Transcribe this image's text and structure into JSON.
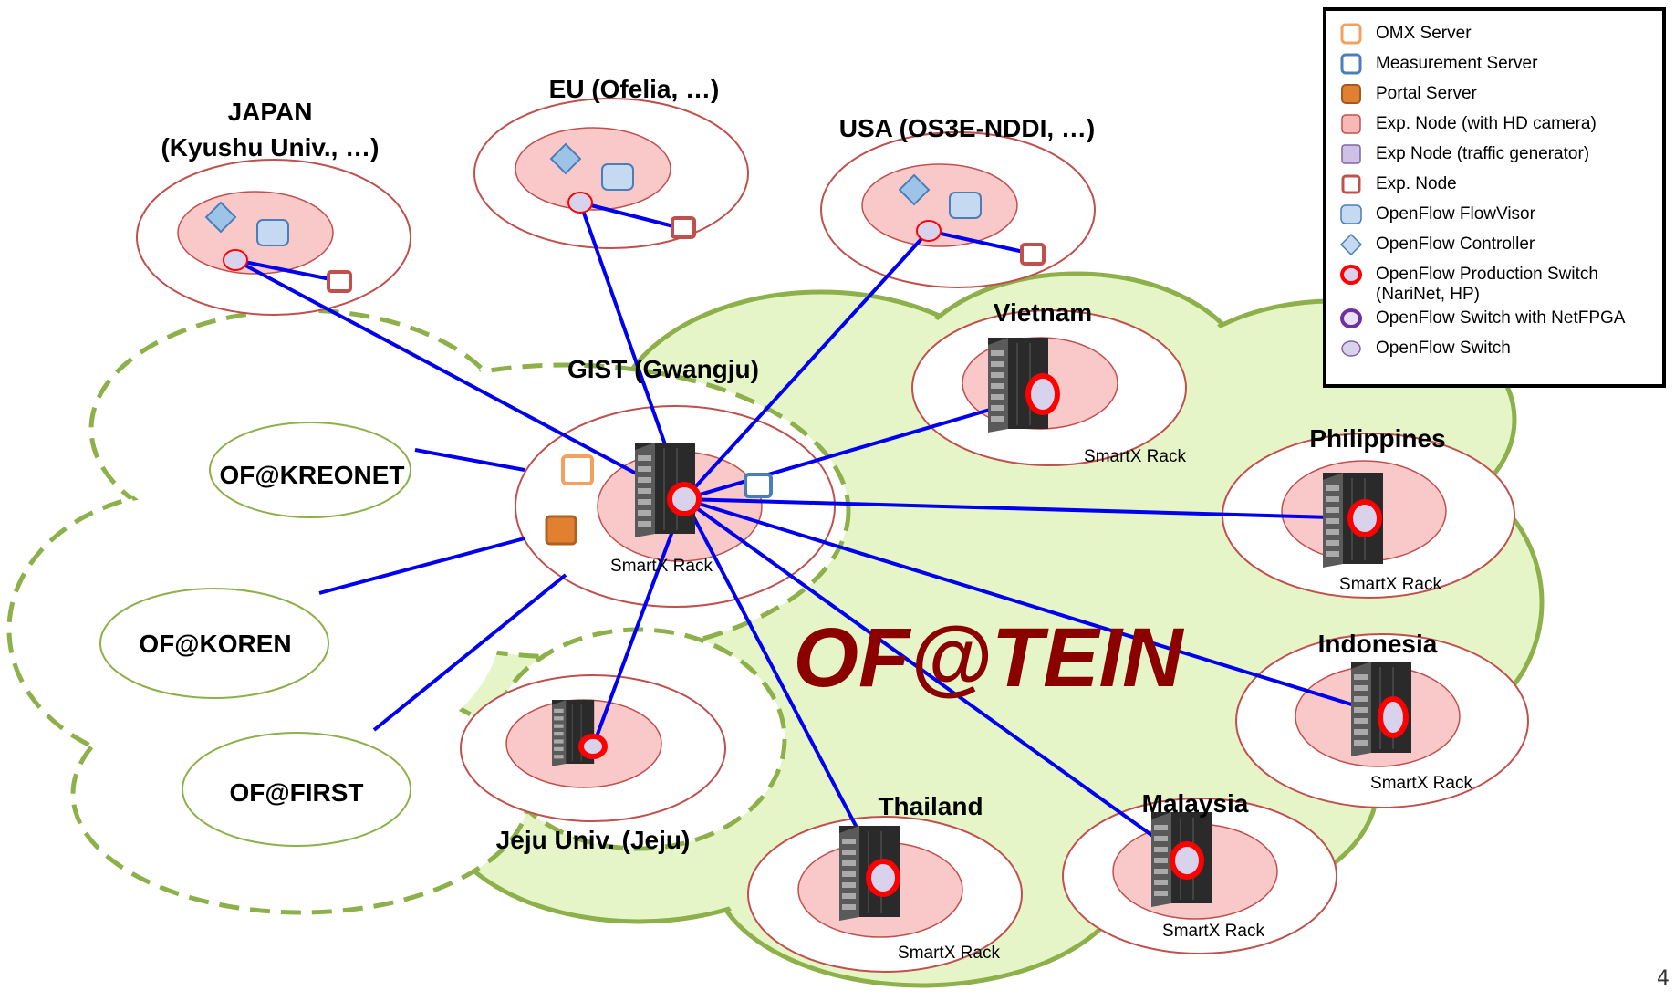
{
  "legend": {
    "items": [
      {
        "icon": "omx-server-icon",
        "label": "OMX Server",
        "color": "#F4A060"
      },
      {
        "icon": "measurement-server-icon",
        "label": "Measurement Server",
        "color": "#4A7EBB"
      },
      {
        "icon": "portal-server-icon",
        "label": "Portal Server",
        "color": "#E08030"
      },
      {
        "icon": "exp-node-hd-camera-icon",
        "label": "Exp. Node (with HD camera)",
        "color": "#F7B8B8"
      },
      {
        "icon": "exp-node-traffic-generator-icon",
        "label": "Exp Node (traffic generator)",
        "color": "#CFC0E8"
      },
      {
        "icon": "exp-node-icon",
        "label": "Exp. Node",
        "color": "#C0504D"
      },
      {
        "icon": "openflow-flowvisor-icon",
        "label": "OpenFlow FlowVisor",
        "color": "#C5D9F1"
      },
      {
        "icon": "openflow-controller-icon",
        "label": "OpenFlow Controller",
        "color": "#9DC3E6"
      },
      {
        "icon": "openflow-production-switch-icon",
        "label": "OpenFlow Production Switch",
        "label2": "(NariNet, HP)",
        "color": "#FF0000"
      },
      {
        "icon": "openflow-switch-netfpga-icon",
        "label": "OpenFlow Switch with NetFPGA",
        "color": "#7030A0"
      },
      {
        "icon": "openflow-switch-icon",
        "label": "OpenFlow Switch",
        "color": "#D9D2EC"
      }
    ]
  },
  "sites": {
    "japan_line1": "JAPAN",
    "japan_line2": "(Kyushu Univ., …)",
    "eu": "EU (Ofelia, …)",
    "usa": "USA (OS3E-NDDI, …)",
    "vietnam": "Vietnam",
    "gist": "GIST (Gwangju)",
    "philippines": "Philippines",
    "indonesia": "Indonesia",
    "thailand": "Thailand",
    "malaysia": "Malaysia",
    "jeju": "Jeju Univ. (Jeju)",
    "kreonet": "OF@KREONET",
    "koren": "OF@KOREN",
    "first": "OF@FIRST"
  },
  "rack_label": "SmartX Rack",
  "main_title": "OF@TEIN",
  "page_number": "4",
  "colors": {
    "link": "#0000EE",
    "tein_cloud": "#E6F5C8",
    "tein_border": "#8DB04A",
    "node_cloud": "#F9C8C8",
    "title": "#8B0000"
  }
}
